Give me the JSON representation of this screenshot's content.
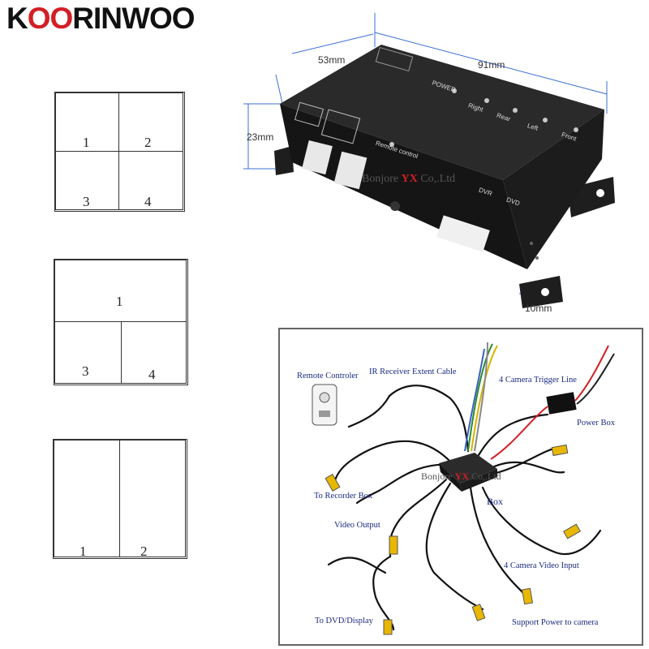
{
  "brand": {
    "part1": "K",
    "part2": "OO",
    "part3": "RINWOO"
  },
  "layouts": {
    "quad": [
      "1",
      "2",
      "3",
      "4"
    ],
    "tri": [
      "1",
      "3",
      "4"
    ],
    "dual": [
      "1",
      "2"
    ]
  },
  "dimensions": {
    "width": "91mm",
    "depth": "53mm",
    "height": "23mm",
    "flange": "10mm"
  },
  "device": {
    "labels": [
      "POWER",
      "Right",
      "Rear",
      "Left",
      "Front",
      "DVR",
      "DVD",
      "Remote control"
    ],
    "watermark": {
      "pre": "Bonjore ",
      "mid": "YX",
      "post": " Co,.Ltd"
    }
  },
  "wiring": {
    "remote_controler": "Remote Controler",
    "ir_cable": "IR Receiver Extent Cable",
    "trigger_line": "4 Camera Trigger Line",
    "power_box": "Power Box",
    "to_recorder": "To Recorder Box",
    "box": "Box",
    "video_output": "Video Output",
    "camera_input": "4 Camera Video Input",
    "to_dvd": "To DVD/Display",
    "support_power": "Support Power to camera",
    "watermark": {
      "pre": "Bonjore ",
      "mid": "YX",
      "post": " Co,.Ltd"
    }
  }
}
